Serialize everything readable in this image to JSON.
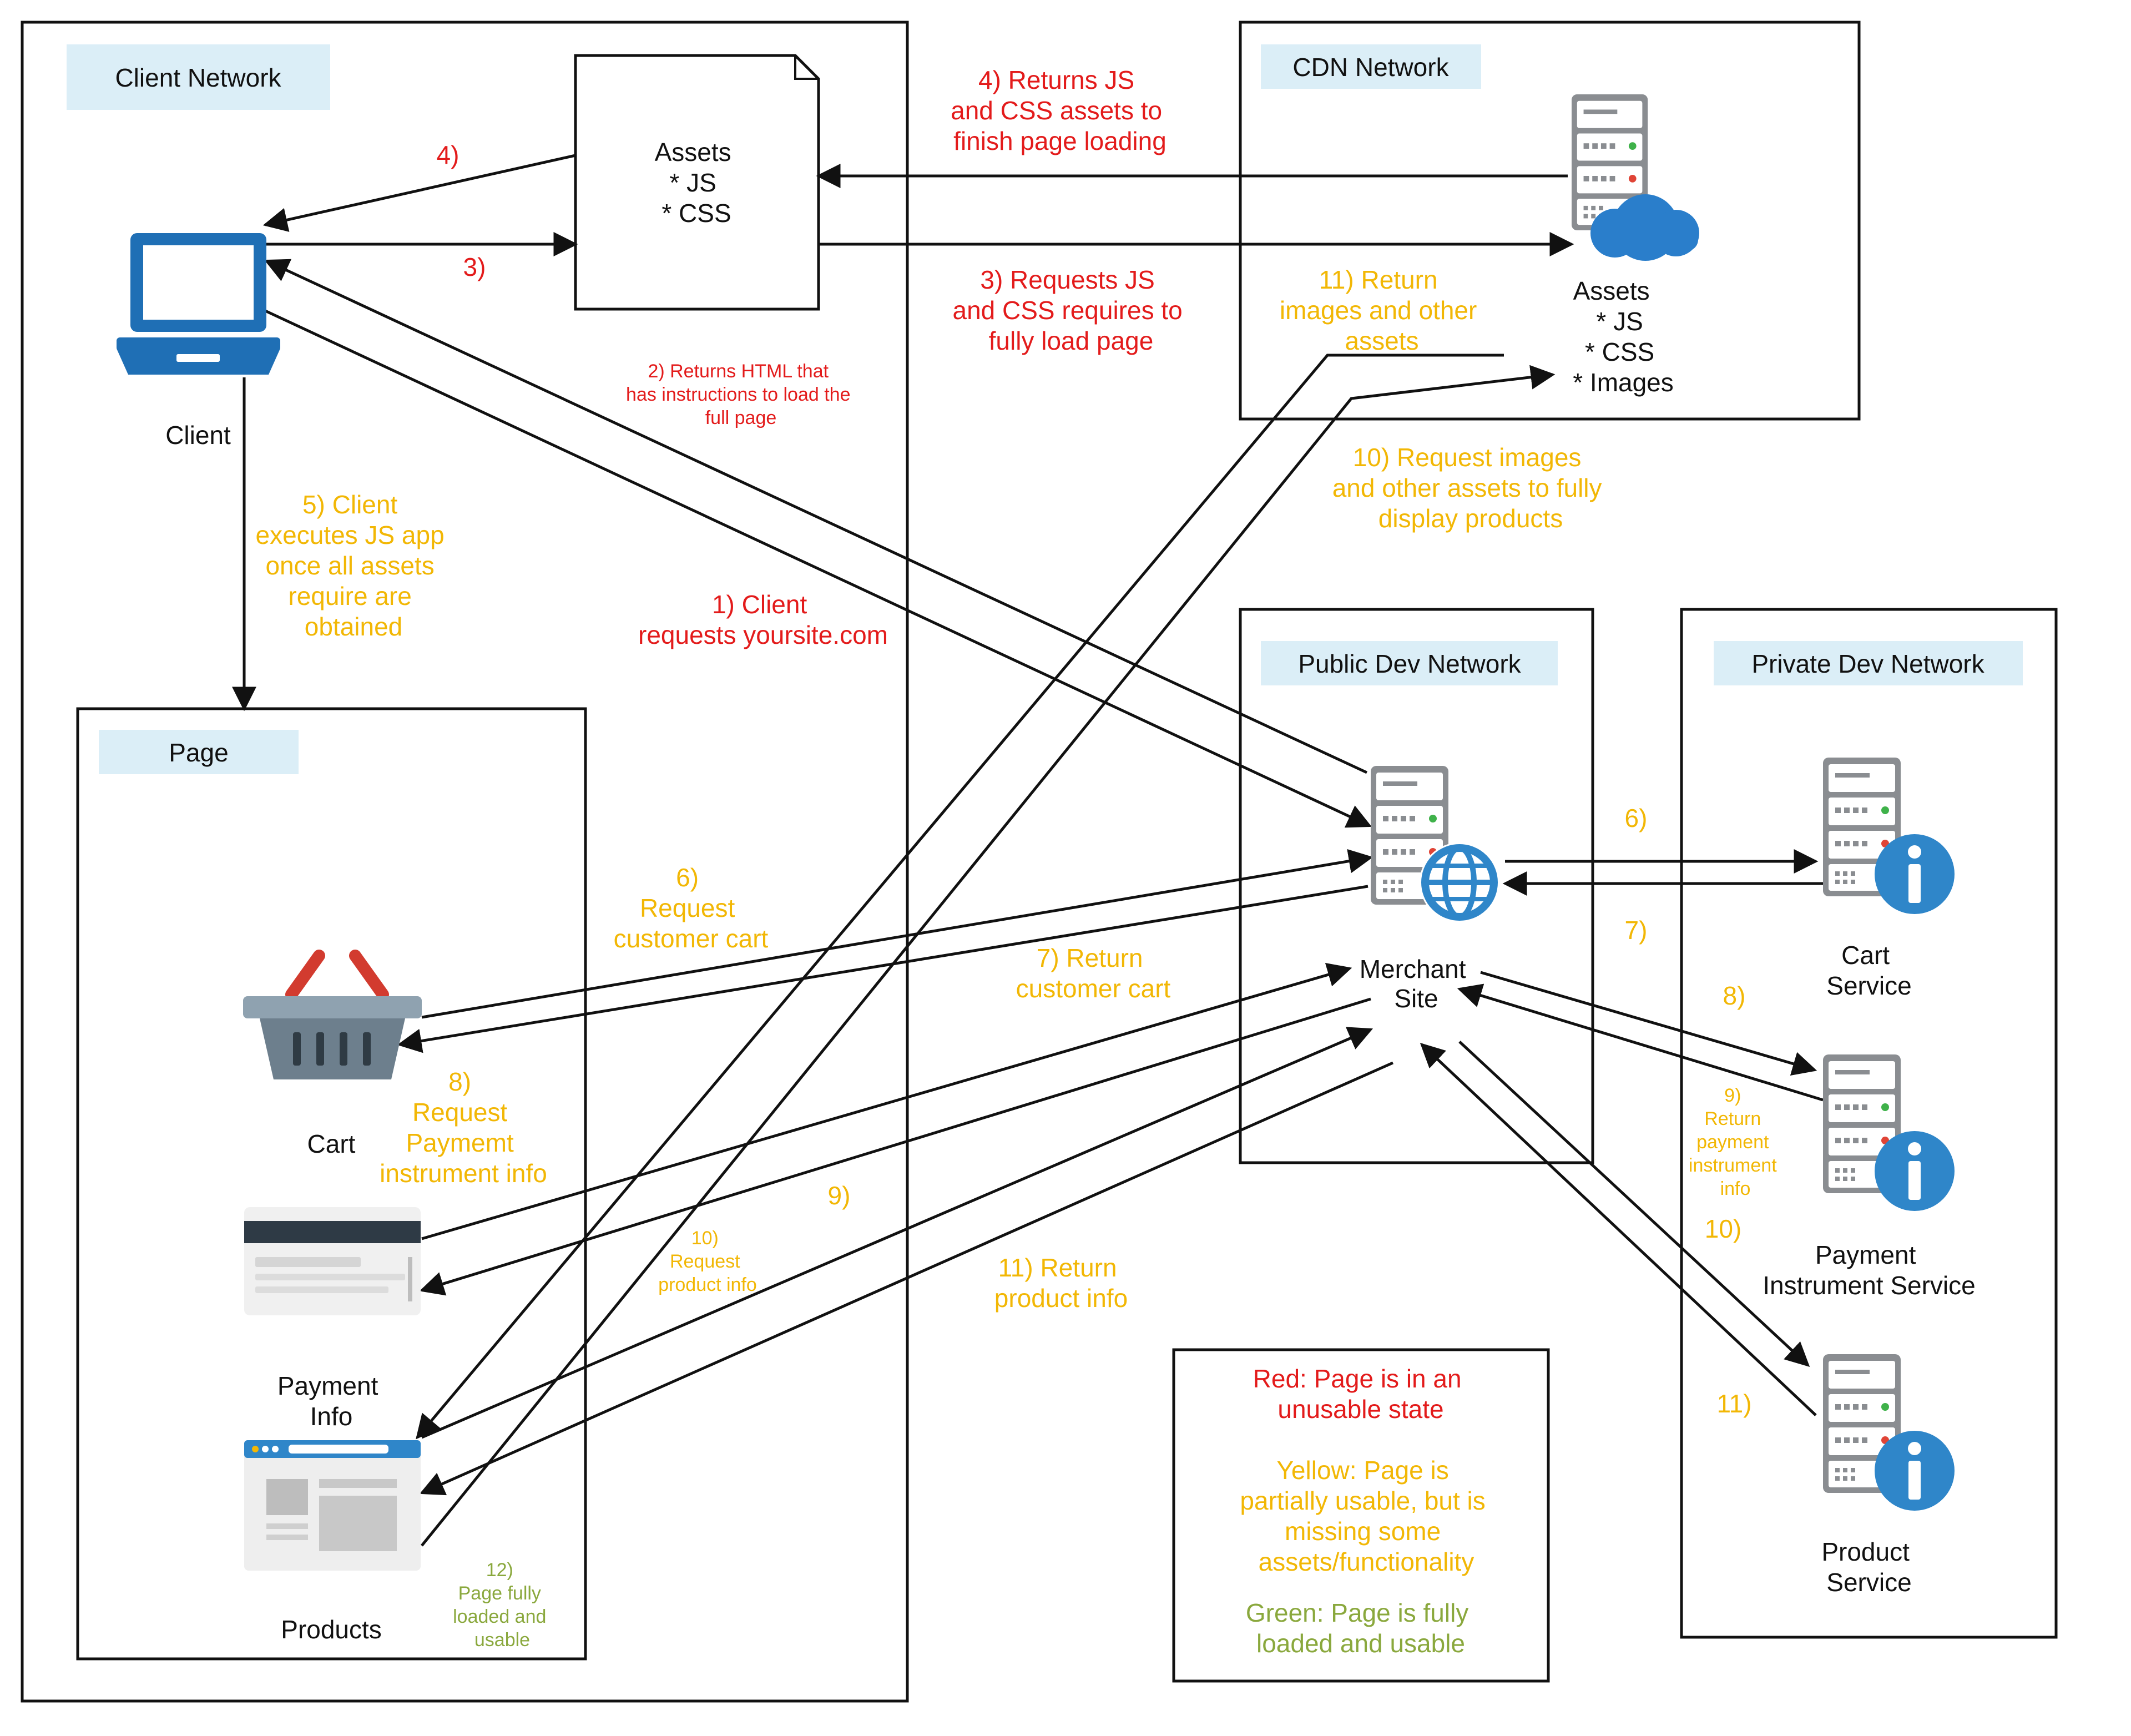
{
  "colors": {
    "red": "#e31b1b",
    "yellow": "#f2b705",
    "green": "#8aa83d",
    "black": "#111111",
    "panel_fill": "#dbeef7",
    "server_gray": "#8a8d91",
    "globe_blue": "#2f86c9",
    "cloud_blue": "#2a7ecb",
    "laptop_blue": "#1f6fb5",
    "basket_red": "#d23b2f",
    "basket_gray": "#6d7f8d"
  },
  "networks": {
    "client": "Client Network",
    "cdn": "CDN Network",
    "page": "Page",
    "public_dev": "Public Dev Network",
    "private_dev": "Private Dev Network"
  },
  "assets_box": {
    "lines": [
      "Assets",
      "* JS",
      "* CSS"
    ]
  },
  "cdn_assets": {
    "lines": [
      "Assets",
      "* JS",
      "* CSS",
      "* Images"
    ]
  },
  "nodes": {
    "client": "Client",
    "merchant": [
      "Merchant",
      "Site"
    ],
    "cart_service": [
      "Cart",
      "Service"
    ],
    "payment_service": [
      "Payment",
      "Instrument Service"
    ],
    "product_service": [
      "Product",
      "Service"
    ],
    "cart": "Cart",
    "payment_info": [
      "Payment",
      "Info"
    ],
    "products": "Products"
  },
  "steps": {
    "s1": [
      "1) Client",
      "requests yoursite.com"
    ],
    "s2": [
      "2) Returns HTML that",
      "has instructions to load the",
      "full page"
    ],
    "s3_short": "3)",
    "s3": [
      "3) Requests JS",
      "and CSS requires to",
      "fully load page"
    ],
    "s4_short": "4)",
    "s4": [
      "4) Returns JS",
      "and CSS assets to",
      "finish page loading"
    ],
    "s5": [
      "5) Client",
      "executes JS app",
      "once all assets",
      "require are",
      "obtained"
    ],
    "s6_left": [
      "6)",
      "Request",
      "customer cart"
    ],
    "s6_right": "6)",
    "s7_left": [
      "7) Return",
      "customer cart"
    ],
    "s7_right": "7)",
    "s8_left": [
      "8)",
      "Request",
      "Paymemt",
      "instrument info"
    ],
    "s8_right": "8)",
    "s9_left": "9)",
    "s9_right": [
      "9)",
      "Return",
      "payment",
      "instrument",
      "info"
    ],
    "s10_left": [
      "10)",
      "Request",
      "product info"
    ],
    "s10_right": "10)",
    "s10_cdn": [
      "10) Request images",
      "and other assets to fully",
      "display products"
    ],
    "s11_left": [
      "11) Return",
      "product info"
    ],
    "s11_right": "11)",
    "s11_cdn": [
      "11) Return",
      "images and other",
      "assets"
    ],
    "s12": [
      "12)",
      "Page fully",
      "loaded and",
      "usable"
    ]
  },
  "legend": {
    "red": [
      "Red: Page is in an",
      "unusable state"
    ],
    "yellow": [
      "Yellow: Page is",
      "partially usable, but is",
      "missing some",
      "assets/functionality"
    ],
    "green": [
      "Green: Page is fully",
      "loaded and usable"
    ]
  }
}
